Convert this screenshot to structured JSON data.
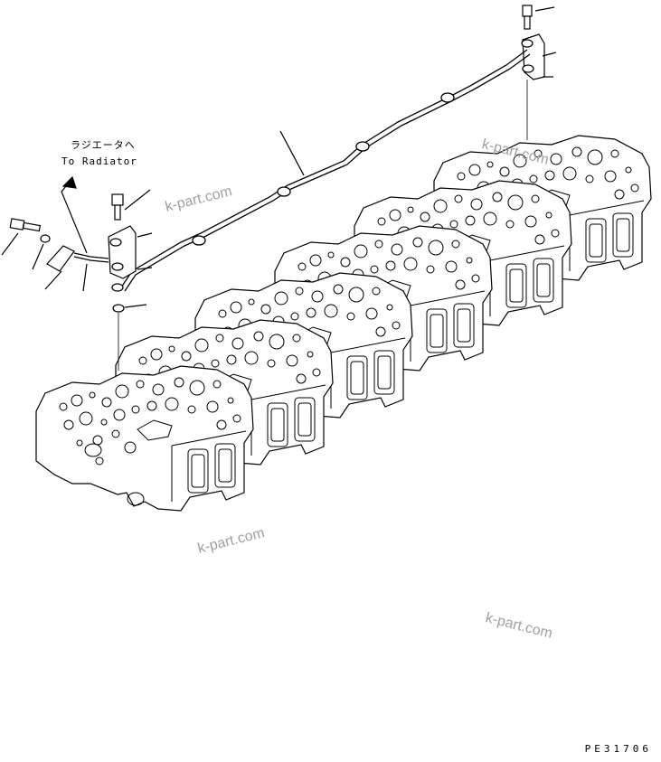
{
  "labels": {
    "radiator_jp": "ラジエータへ",
    "radiator_en": "To Radiator",
    "drawing_code": "PE31706"
  },
  "watermarks": [
    "k-part.com",
    "k-part.com",
    "k-part.com",
    "k-part.com"
  ],
  "heads_count": 6,
  "colors": {
    "line": "#000000",
    "watermark": "#a0a0a0",
    "background": "#ffffff"
  }
}
